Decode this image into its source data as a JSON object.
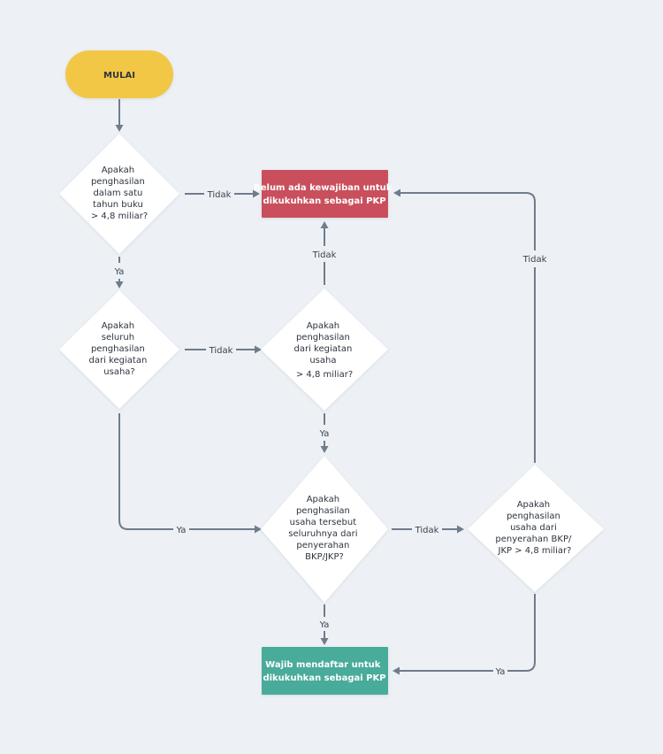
{
  "start": {
    "label": "MULAI"
  },
  "decisions": {
    "d1": [
      "Apakah",
      "penghasilan",
      "dalam satu",
      "tahun buku",
      "> 4,8 miliar?"
    ],
    "d2": [
      "Apakah",
      "seluruh",
      "penghasilan",
      "dari kegiatan",
      "usaha?"
    ],
    "d3": [
      "Apakah",
      "penghasilan",
      "dari kegiatan",
      "usaha",
      "> 4,8 miliar?"
    ],
    "d4": [
      "Apakah",
      "penghasilan",
      "usaha tersebut",
      "seluruhnya dari",
      "penyerahan",
      "BKP/JKP?"
    ],
    "d5": [
      "Apakah",
      "penghasilan",
      "usaha dari",
      "penyerahan BKP/",
      "JKP > 4,8 miliar?"
    ]
  },
  "outcomes": {
    "no_obligation": {
      "lines": [
        "Belum ada kewajiban untuk",
        "dikukuhkan sebagai PKP"
      ],
      "color": "#c9505c"
    },
    "must_register": {
      "lines": [
        "Wajib mendaftar untuk",
        "dikukuhkan sebagai PKP"
      ],
      "color": "#4aab9a"
    }
  },
  "colors": {
    "start": "#f2c744",
    "line": "#707c8c",
    "background": "#edf1f5"
  },
  "edge_labels": {
    "d1_no": "Tidak",
    "d1_yes": "Ya",
    "d2_no": "Tidak",
    "d2_yes": "Ya",
    "d3_no": "Tidak",
    "d3_yes": "Ya",
    "d4_no": "Tidak",
    "d4_yes": "Ya",
    "d5_no": "Tidak",
    "d5_yes": "Ya"
  }
}
